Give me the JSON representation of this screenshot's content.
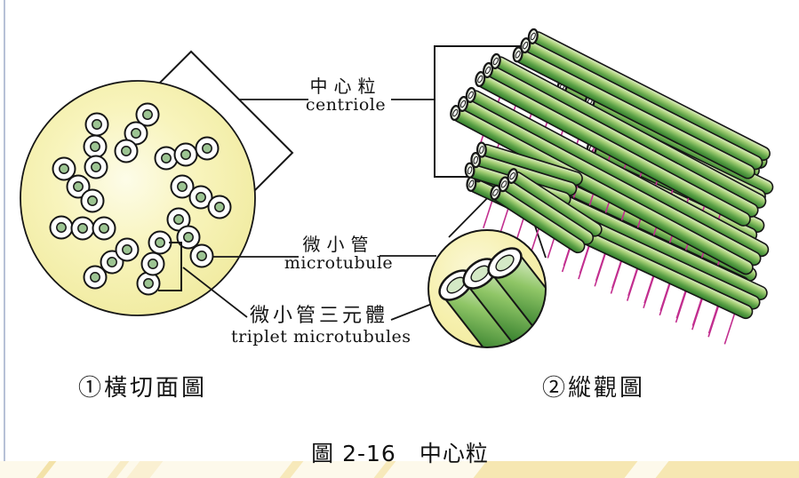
{
  "figure": {
    "caption": "圖 2-16　中心粒",
    "panel1_caption": "①橫切面圖",
    "panel2_caption": "②縱觀圖"
  },
  "labels": {
    "centriole": {
      "zh": "中心粒",
      "en": "centriole"
    },
    "microtubule": {
      "zh": "微小管",
      "en": "microtubule"
    },
    "triplet": {
      "zh": "微小管三元體",
      "en": "triplet microtubules"
    }
  },
  "colors": {
    "outline": "#161616",
    "section_fill_edge": "#efe99a",
    "section_fill_mid": "#f8f4bc",
    "section_fill_center": "#fdfce8",
    "microtubule_dot_green": "#9cc492",
    "tube_green_light": "#e2f0cc",
    "tube_green_hi": "#a7d077",
    "tube_green_mid": "#5ea348",
    "tube_green_dark": "#2e7c2b",
    "linker_pink": "#c22e8f",
    "band_bg": "#fdf9eb",
    "band_shape": "#f6e7b2",
    "left_rule": "#b7c1d6"
  }
}
